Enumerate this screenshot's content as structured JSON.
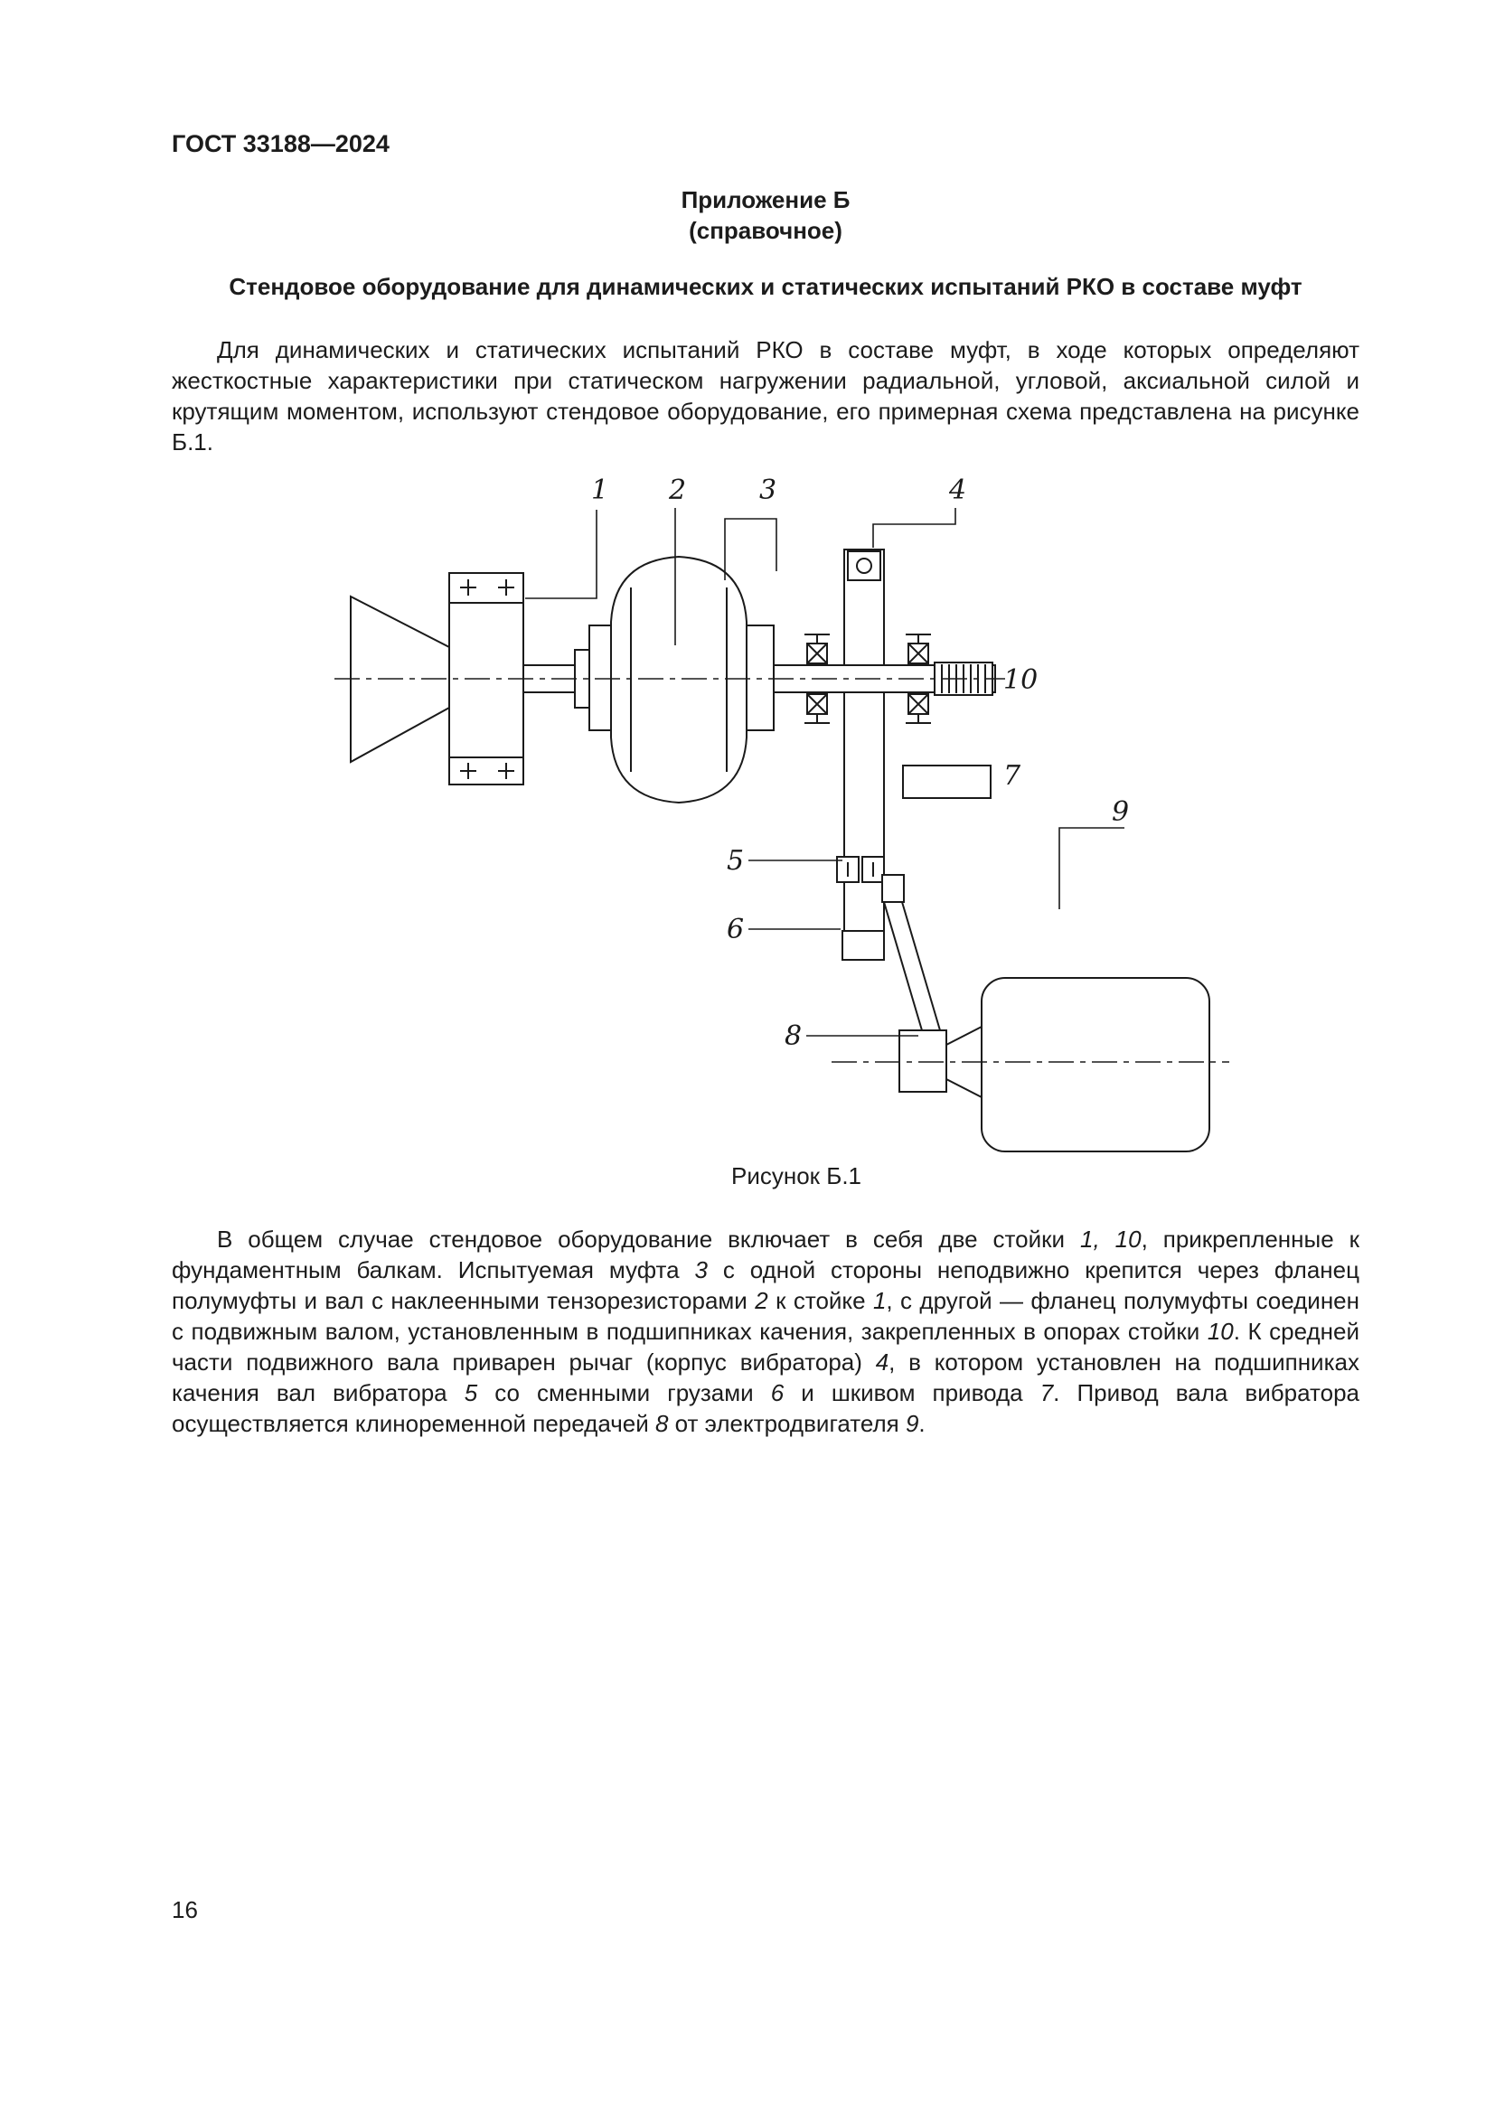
{
  "document": {
    "header": "ГОСТ 33188—2024",
    "page_number": "16"
  },
  "appendix": {
    "label": "Приложение Б",
    "type": "(справочное)",
    "title": "Стендовое оборудование для динамических и статических испытаний РКО в составе муфт"
  },
  "intro": {
    "text": "Для динамических и статических испытаний РКО в составе муфт, в ходе которых определяют жесткостные характеристики при статическом нагружении радиальной, угловой, аксиальной силой и крутящим моментом, используют стендовое оборудование, его примерная схема представлена на рисунке Б.1."
  },
  "figure": {
    "caption": "Рисунок Б.1",
    "labels": {
      "n1": "1",
      "n2": "2",
      "n3": "3",
      "n4": "4",
      "n5": "5",
      "n6": "6",
      "n7": "7",
      "n8": "8",
      "n9": "9",
      "n10": "10"
    }
  },
  "description": {
    "segments": [
      {
        "t": "В общем случае стендовое оборудование включает в себя две стойки "
      },
      {
        "t": "1, 10",
        "i": true
      },
      {
        "t": ", прикрепленные к фундаментным балкам. Испытуемая муфта "
      },
      {
        "t": "3",
        "i": true
      },
      {
        "t": " с одной стороны неподвижно крепится через фланец полумуфты и вал с наклеенными тензорезисторами "
      },
      {
        "t": "2",
        "i": true
      },
      {
        "t": " к стойке "
      },
      {
        "t": "1",
        "i": true
      },
      {
        "t": ", с другой — фланец полумуфты соединен с подвижным валом, установленным в подшипниках качения, закрепленных в опорах стойки "
      },
      {
        "t": "10",
        "i": true
      },
      {
        "t": ". К средней части подвижного вала приварен рычаг (корпус вибратора) "
      },
      {
        "t": "4",
        "i": true
      },
      {
        "t": ", в котором установлен на подшипниках качения вал вибратора "
      },
      {
        "t": "5",
        "i": true
      },
      {
        "t": " со сменными грузами "
      },
      {
        "t": "6",
        "i": true
      },
      {
        "t": " и шкивом привода "
      },
      {
        "t": "7",
        "i": true
      },
      {
        "t": ". Привод вала вибратора осуществляется клиноременной передачей "
      },
      {
        "t": "8",
        "i": true
      },
      {
        "t": " от электродвигателя "
      },
      {
        "t": "9",
        "i": true
      },
      {
        "t": "."
      }
    ]
  }
}
